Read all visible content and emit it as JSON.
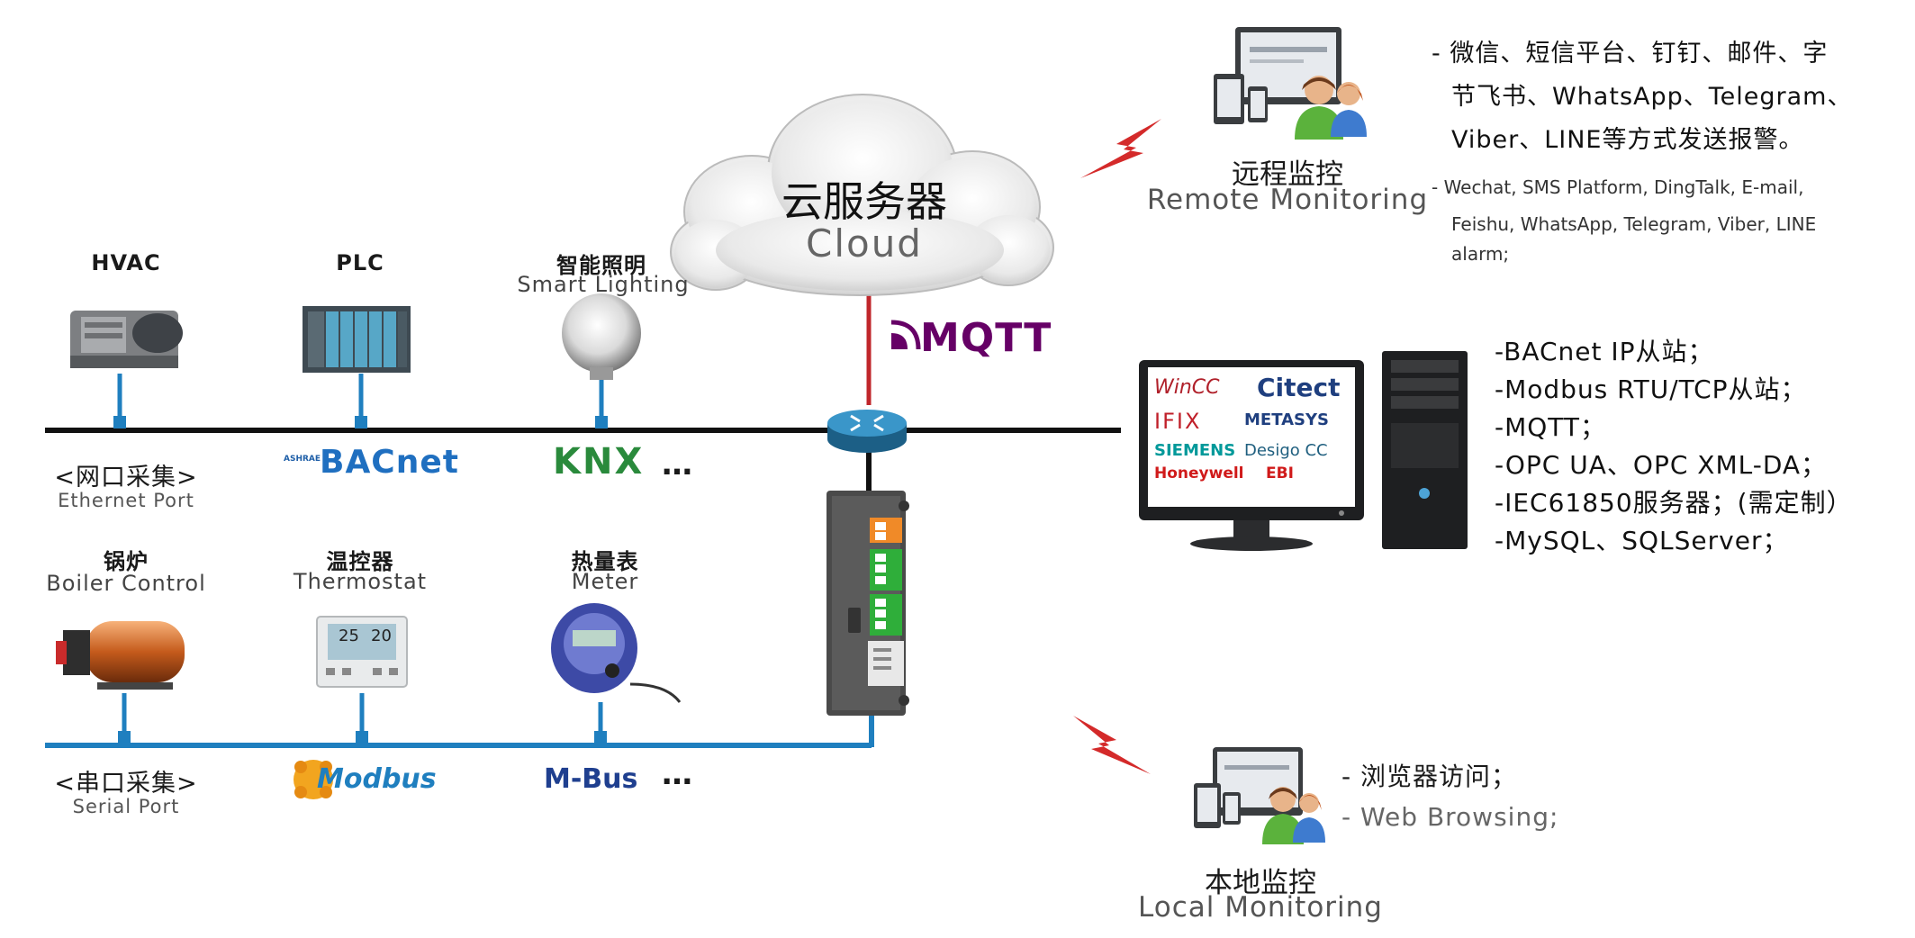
{
  "cloud": {
    "title_cn": "云服务器",
    "title_en": "Cloud"
  },
  "mqtt": {
    "label": "MQTT"
  },
  "ethernet": {
    "devices": [
      {
        "name": "HVAC",
        "sub": ""
      },
      {
        "name": "PLC",
        "sub": ""
      },
      {
        "name": "智能照明",
        "sub": "Smart Lighting"
      }
    ],
    "port_cn": "<网口采集>",
    "port_en": "Ethernet Port",
    "protocols": [
      "BACnet",
      "KNX"
    ],
    "protocol_extra": "…",
    "bacnet_small": "ASHRAE"
  },
  "serial": {
    "devices": [
      {
        "name": "锅炉",
        "sub": "Boiler Control"
      },
      {
        "name": "温控器",
        "sub": "Thermostat"
      },
      {
        "name": "热量表",
        "sub": "Meter"
      }
    ],
    "port_cn": "<串口采集>",
    "port_en": "Serial Port",
    "protocols": [
      "Modbus",
      "M-Bus"
    ],
    "protocol_extra": "…"
  },
  "thermostat_display": {
    "left": "25",
    "right": "20"
  },
  "remote": {
    "title_cn": "远程监控",
    "title_en": "Remote Monitoring",
    "alarm_cn": [
      "- 微信、短信平台、钉钉、邮件、字",
      "节飞书、WhatsApp、Telegram、",
      "Viber、LINE等方式发送报警。"
    ],
    "alarm_en": [
      "- Wechat, SMS Platform, DingTalk, E-mail,",
      "Feishu, WhatsApp, Telegram, Viber,  LINE",
      "alarm;"
    ]
  },
  "scada": {
    "brands": [
      "WinCC",
      "Citect",
      "IFIX",
      "METASYS",
      "SIEMENS",
      "Desigo CC",
      "Honeywell",
      "EBI"
    ],
    "protocols": [
      "-BACnet IP从站；",
      "-Modbus RTU/TCP从站；",
      "-MQTT；",
      "-OPC UA、OPC XML-DA；",
      "-IEC61850服务器；(需定制）",
      "-MySQL、SQLServer；"
    ]
  },
  "local": {
    "title_cn": "本地监控",
    "title_en": "Local Monitoring",
    "web_cn": "- 浏览器访问；",
    "web_en": "- Web Browsing;"
  },
  "colors": {
    "ethernet_line": "#111111",
    "serial_line": "#1f7fbf",
    "mqtt_line": "#c0262b",
    "mqtt_brand": "#660066",
    "lightning": "#d42a2a",
    "router": "#2a7fb0"
  }
}
